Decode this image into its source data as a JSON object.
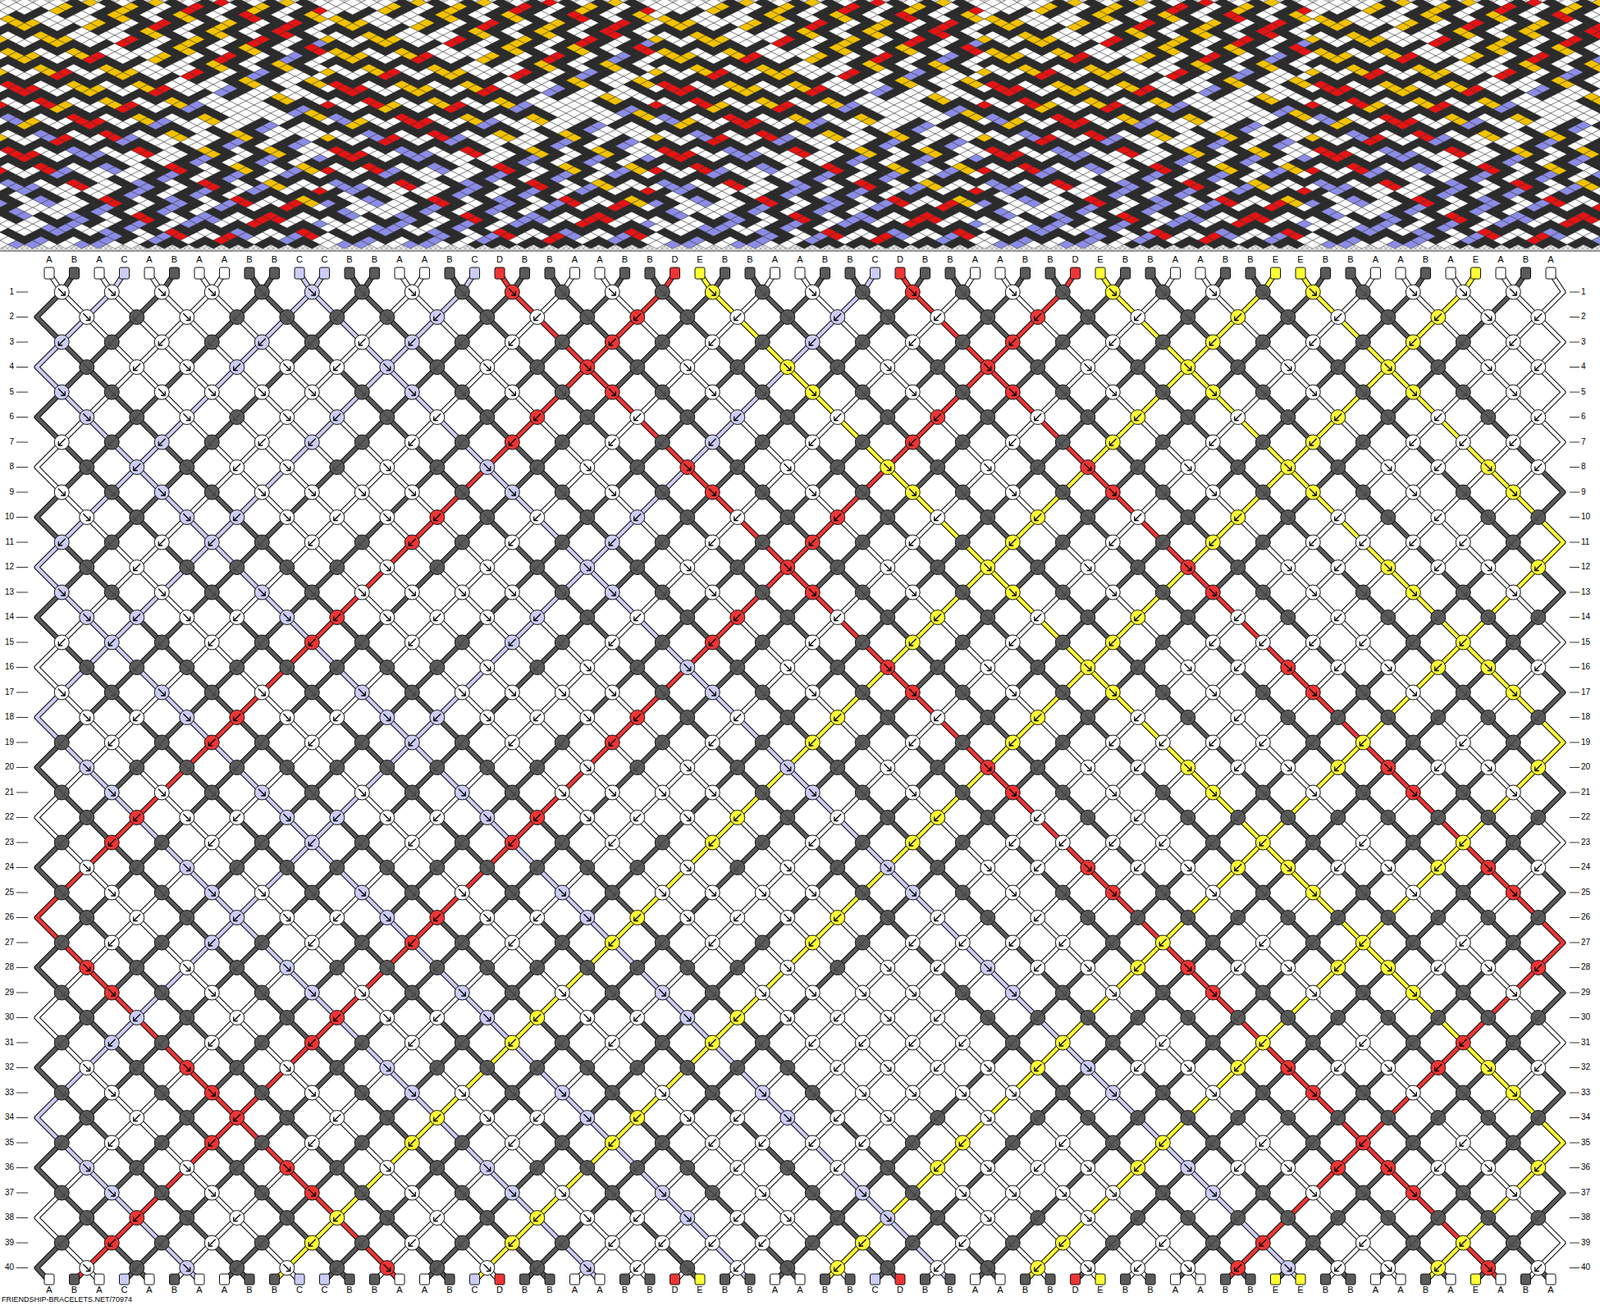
{
  "diagram": {
    "labels": [
      "A",
      "B",
      "A",
      "C",
      "A",
      "B",
      "A",
      "A",
      "B",
      "B",
      "C",
      "C",
      "B",
      "B",
      "A",
      "A",
      "B",
      "C",
      "D",
      "B",
      "B",
      "A",
      "A",
      "B",
      "B",
      "D",
      "E",
      "B",
      "B",
      "A",
      "A",
      "B",
      "B",
      "C",
      "D",
      "B",
      "B",
      "A",
      "A",
      "B",
      "B",
      "D",
      "E",
      "B",
      "B",
      "A",
      "A",
      "B",
      "B",
      "E",
      "E",
      "B",
      "B",
      "A",
      "A",
      "B",
      "A",
      "E",
      "A",
      "B",
      "A",
      "1",
      "2",
      "3",
      "4",
      "5",
      "6",
      "7",
      "8",
      "9",
      "10",
      "11",
      "12",
      "13",
      "14",
      "15",
      "16",
      "17",
      "18",
      "19",
      "20",
      "21",
      "22",
      "23",
      "24",
      "25",
      "26",
      "27",
      "28",
      "29",
      "30",
      "31",
      "32",
      "33",
      "34",
      "35",
      "36",
      "37",
      "38",
      "39",
      "40",
      "1",
      "2",
      "3",
      "4",
      "5",
      "6",
      "7",
      "8",
      "9",
      "10",
      "11",
      "12",
      "13",
      "14",
      "15",
      "16",
      "17",
      "18",
      "19",
      "20",
      "21",
      "22",
      "23",
      "24",
      "25",
      "26",
      "27",
      "28",
      "29",
      "30",
      "31",
      "32",
      "33",
      "34",
      "35",
      "36",
      "37",
      "38",
      "39",
      "40",
      "A",
      "B",
      "A",
      "C",
      "A",
      "B",
      "A",
      "A",
      "B",
      "B",
      "C",
      "C",
      "B",
      "B",
      "A",
      "A",
      "B",
      "C",
      "D",
      "B",
      "B",
      "A",
      "A",
      "B",
      "B",
      "D",
      "E",
      "B",
      "B",
      "A",
      "A",
      "B",
      "B",
      "C",
      "D",
      "B",
      "B",
      "A",
      "A",
      "B",
      "B",
      "D",
      "E",
      "B",
      "B",
      "A",
      "A",
      "B",
      "B",
      "E",
      "E",
      "B",
      "B",
      "A",
      "A",
      "B",
      "A",
      "E",
      "A",
      "B",
      "A",
      "FRIENDSHIP-BRACELETS.NET/70974"
    ]
  }
}
